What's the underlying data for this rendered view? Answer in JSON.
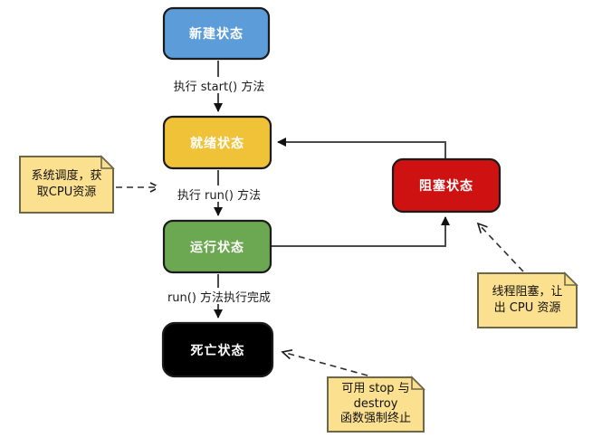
{
  "colors": {
    "state_new": "#5B9CD9",
    "state_ready": "#F0C238",
    "state_running": "#6CA851",
    "state_dead": "#000000",
    "state_blocked": "#CE1111",
    "state_text": "#FFFFFF",
    "note_fill": "#FBE08F",
    "note_border": "#6E6749",
    "line": "#4A4A4A"
  },
  "states": {
    "new": {
      "label": "新建状态",
      "color": "#5B9CD9"
    },
    "ready": {
      "label": "就绪状态",
      "color": "#F0C238"
    },
    "running": {
      "label": "运行状态",
      "color": "#6CA851"
    },
    "dead": {
      "label": "死亡状态",
      "color": "#000000"
    },
    "blocked": {
      "label": "阻塞状态",
      "color": "#CE1111"
    }
  },
  "transitions": {
    "start": {
      "label": "执行 start() 方法"
    },
    "run": {
      "label": "执行 run() 方法"
    },
    "complete": {
      "label": "run() 方法执行完成"
    }
  },
  "notes": {
    "schedule": {
      "lines": [
        "系统调度，获",
        "取CPU资源"
      ]
    },
    "block": {
      "lines": [
        "线程阻塞，让",
        "出 CPU 资源"
      ]
    },
    "terminate": {
      "lines": [
        "可用 stop 与",
        "destroy",
        "函数强制终止"
      ]
    }
  }
}
